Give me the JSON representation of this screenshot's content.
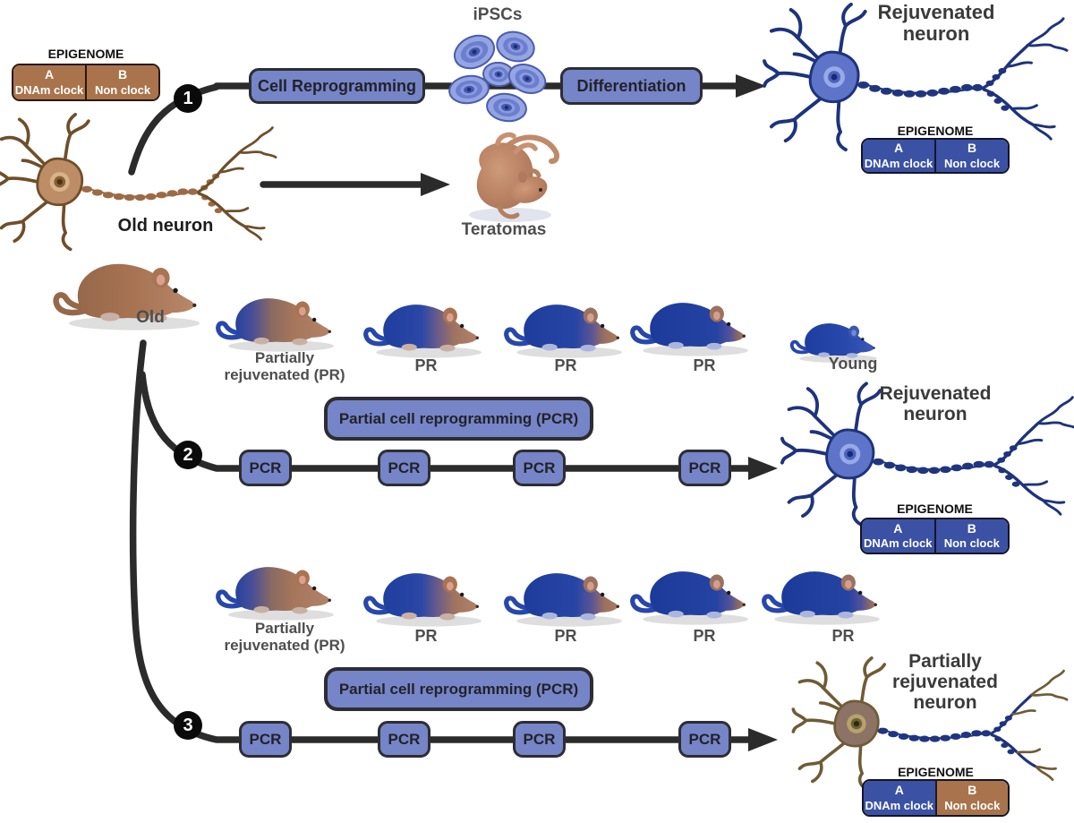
{
  "epigenome": {
    "title": "EPIGENOME",
    "a_letter": "A",
    "a_label": "DNAm clock",
    "b_letter": "B",
    "b_label": "Non clock"
  },
  "flow_reprogramming": {
    "step": "1",
    "box_reprogramming": "Cell Reprogramming",
    "ipscs_label": "iPSCs",
    "box_differentiation": "Differentiation",
    "teratomas_label": "Teratomas",
    "old_neuron_label": "Old neuron",
    "result_line1": "Rejuvenated",
    "result_line2": "neuron"
  },
  "mice": {
    "old_label": "Old",
    "row1": {
      "m1_line1": "Partially",
      "m1_line2": "rejuvenated (PR)",
      "m2": "PR",
      "m3": "PR",
      "m4": "PR",
      "m5": "Young"
    },
    "row2": {
      "m1_line1": "Partially",
      "m1_line2": "rejuvenated (PR)",
      "m2": "PR",
      "m3": "PR",
      "m4": "PR",
      "m5": "PR"
    }
  },
  "flow_pcr2": {
    "step": "2",
    "banner": "Partial cell reprogramming (PCR)",
    "pcr": [
      "PCR",
      "PCR",
      "PCR",
      "PCR"
    ],
    "result_line1": "Rejuvenated",
    "result_line2": "neuron"
  },
  "flow_pcr3": {
    "step": "3",
    "banner": "Partial cell reprogramming (PCR)",
    "pcr": [
      "PCR",
      "PCR",
      "PCR",
      "PCR"
    ],
    "result_line1": "Partially",
    "result_line2": "rejuvenated",
    "result_line3": "neuron"
  },
  "colors": {
    "pill_fill": "#7585c7",
    "pill_border": "#2d2d33",
    "epigenome_blue": "#3b51a3",
    "epigenome_brown": "#a9744b",
    "connector_black": "#2b2b2b",
    "neuron_blue": "#1e337d",
    "neuron_brown": "#6f4e2a",
    "mouse_brown": "#a87454",
    "mouse_blue": "#2747ac"
  }
}
